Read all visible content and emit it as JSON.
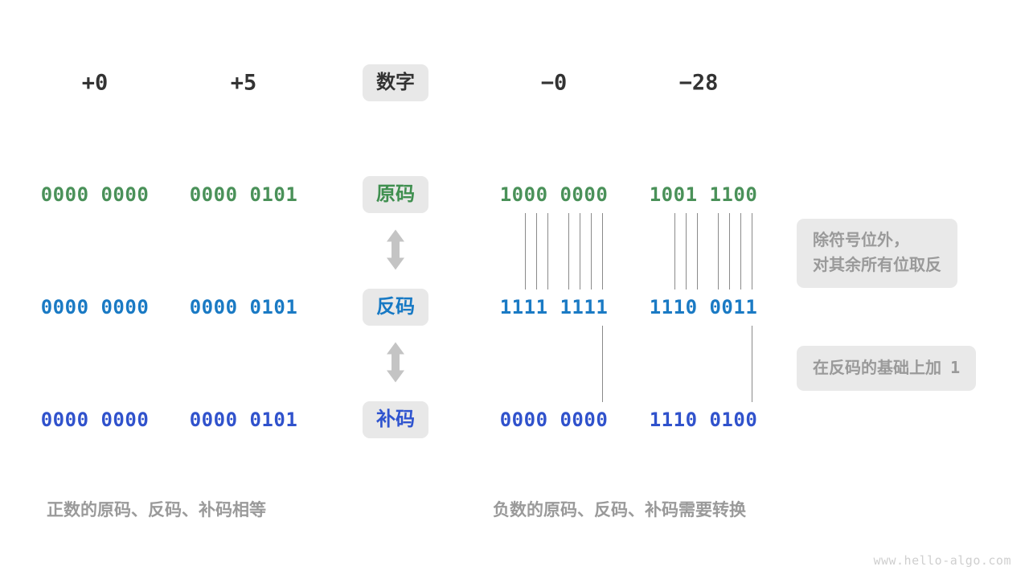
{
  "page": {
    "watermark": "www.hello-algo.com",
    "background": "#ffffff",
    "colors": {
      "pill_bg": "#e8e8e8",
      "note_bg": "#e9e9e9",
      "header_text": "#333333",
      "green": "#4a9159",
      "blue_ones": "#1a7ac4",
      "blue_twos": "#3052cc",
      "muted": "#9a9a9a",
      "line": "#8a8a8a"
    }
  },
  "header": {
    "row_label": "数字",
    "values": {
      "pos_zero": "+0",
      "pos_five": "+5",
      "neg_zero": "−0",
      "neg_twentyeight": "−28"
    }
  },
  "rows": [
    {
      "id": "sign-magnitude",
      "label": "原码",
      "pos_zero": "0000 0000",
      "pos_five": "0000 0101",
      "neg_zero": "1000 0000",
      "neg_twentyeight": "1001 1100"
    },
    {
      "id": "ones-complement",
      "label": "反码",
      "pos_zero": "0000 0000",
      "pos_five": "0000 0101",
      "neg_zero": "1111 1111",
      "neg_twentyeight": "1110 0011"
    },
    {
      "id": "twos-complement",
      "label": "补码",
      "pos_zero": "0000 0000",
      "pos_five": "0000 0101",
      "neg_zero": "0000 0000",
      "neg_twentyeight": "1110 0100"
    }
  ],
  "notes": {
    "invert": {
      "line1": "除符号位外，",
      "line2": "对其余所有位取反"
    },
    "add_one": {
      "text": "在反码的基础上加",
      "value": "1"
    }
  },
  "captions": {
    "left": "正数的原码、反码、补码相等",
    "right": "负数的原码、反码、补码需要转换"
  },
  "icons": {
    "arrow_1": "double-arrow-vertical",
    "arrow_2": "double-arrow-vertical"
  }
}
